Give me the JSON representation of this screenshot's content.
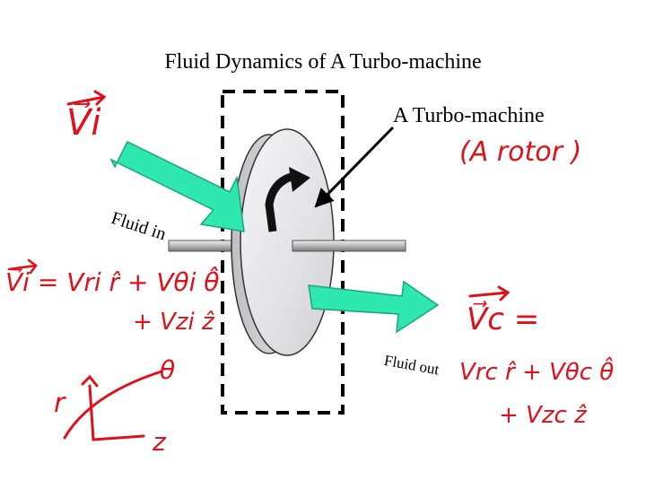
{
  "title": "Fluid Dynamics of A Turbo-machine",
  "machine_label": "A Turbo-machine",
  "fluid_in_label": "Fluid in",
  "fluid_out_label": "Fluid out",
  "annotations": {
    "rotor_note": "(A rotor )",
    "vi_label": "V⃗i",
    "vi_eq_line1": "V⃗i = Vri r̂ + Vθi θ̂",
    "vi_eq_line2": "+ Vzi ẑ",
    "theta_unit": "θ",
    "r_axis": "r",
    "z_axis": "z",
    "vc_label": "V⃗c =",
    "vc_eq_line1": "Vrc r̂ + Vθc θ̂",
    "vc_eq_line2": "+ Vzc ẑ"
  },
  "colors": {
    "flow_arrow": "#2ee8b0",
    "flow_arrow_edge": "#1aa57c",
    "disk": "#e4e4e6",
    "shaft": "#c8c8c8",
    "ink": "#e0101a"
  }
}
